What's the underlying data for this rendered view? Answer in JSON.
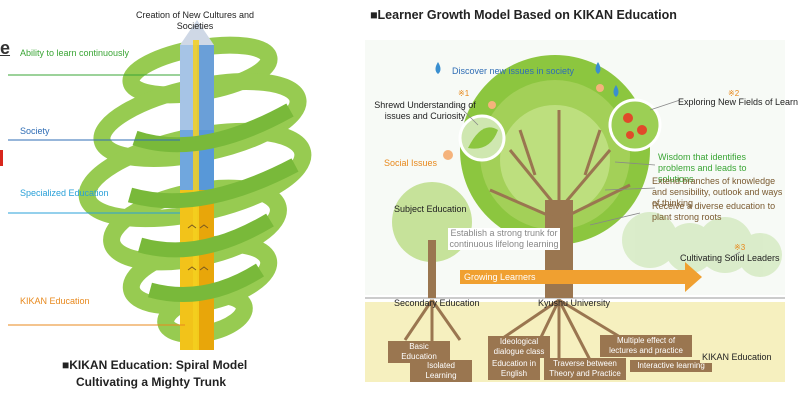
{
  "left": {
    "top_label": "Creation of New Cultures and Societies",
    "labels": [
      {
        "key": "ability",
        "text": "Ability to learn continuously",
        "color": "#3aa535"
      },
      {
        "key": "society",
        "text": "Society",
        "color": "#2f6db5"
      },
      {
        "key": "specialized",
        "text": "Specialized Education",
        "color": "#29a0d8"
      },
      {
        "key": "kikan",
        "text": "KIKAN Education",
        "color": "#e8891d"
      }
    ],
    "edge_letter": "e",
    "caption_line1": "■KIKAN Education: Spiral Model",
    "caption_line2": "Cultivating a Mighty Trunk"
  },
  "right": {
    "title": "■Learner Growth Model Based on KIKAN Education",
    "discover": "Discover new issues in society",
    "mark1": "※1",
    "mark2": "※2",
    "mark3": "※3",
    "shrewd": "Shrewd Understanding of issues and Curiosity",
    "exploring": "Exploring New Fields of Learning",
    "social": "Social Issues",
    "wisdom": "Wisdom that identifies problems and leads to solutions",
    "extend": "Extend branches of knowledge and sensibility, outlook and ways of thinking",
    "receive": "Receive a diverse education to plant strong roots",
    "subject": "Subject Education",
    "trunk": "Establish a strong trunk for continuous lifelong learning",
    "growing": "Growing Learners",
    "leaders": "Cultivating Solid Leaders",
    "secondary": "Secondary Education",
    "kyushu": "Kyushu University",
    "basic": "Basic Education",
    "isolated": "Isolated Learning",
    "ideological": "Ideological dialogue class",
    "multiple": "Multiple effect of lectures and practice",
    "english": "Education in English",
    "traverse": "Traverse between Theory and Practice",
    "interactive": "Interactive learning",
    "kikan_edu": "KIKAN Education"
  },
  "colors": {
    "green": "#7cbf3f",
    "brown": "#9a7650",
    "orange": "#f0a030",
    "blue": "#2f6db5"
  }
}
